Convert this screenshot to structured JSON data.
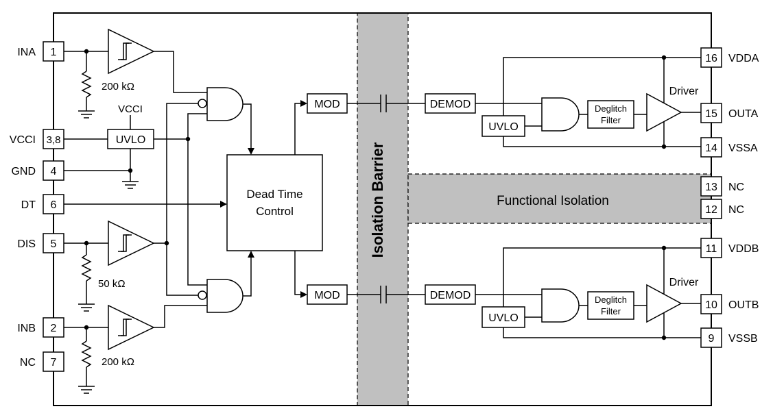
{
  "diagram": {
    "pins_left": {
      "ina": {
        "name": "INA",
        "num": "1"
      },
      "vcci": {
        "name": "VCCI",
        "num": "3,8"
      },
      "gnd": {
        "name": "GND",
        "num": "4"
      },
      "dt": {
        "name": "DT",
        "num": "6"
      },
      "dis": {
        "name": "DIS",
        "num": "5"
      },
      "inb": {
        "name": "INB",
        "num": "2"
      },
      "nc7": {
        "name": "NC",
        "num": "7"
      }
    },
    "pins_right": {
      "vdda": {
        "name": "VDDA",
        "num": "16"
      },
      "outa": {
        "name": "OUTA",
        "num": "15"
      },
      "vssa": {
        "name": "VSSA",
        "num": "14"
      },
      "nc13": {
        "name": "NC",
        "num": "13"
      },
      "nc12": {
        "name": "NC",
        "num": "12"
      },
      "vddb": {
        "name": "VDDB",
        "num": "11"
      },
      "outb": {
        "name": "OUTB",
        "num": "10"
      },
      "vssb": {
        "name": "VSSB",
        "num": "9"
      }
    },
    "resistors": {
      "ina": "200 kΩ",
      "dis": "50 kΩ",
      "inb": "200 kΩ"
    },
    "vcci_label": "VCCI",
    "uvlo": "UVLO",
    "dead_time": [
      "Dead Time",
      "Control"
    ],
    "mod": "MOD",
    "demod": "DEMOD",
    "deglitch": [
      "Deglitch",
      "Filter"
    ],
    "driver": "Driver",
    "isolation_barrier": "Isolation Barrier",
    "functional_isolation": "Functional Isolation",
    "colors": {
      "barrier": "#c0c0c0",
      "line": "#000000"
    }
  }
}
